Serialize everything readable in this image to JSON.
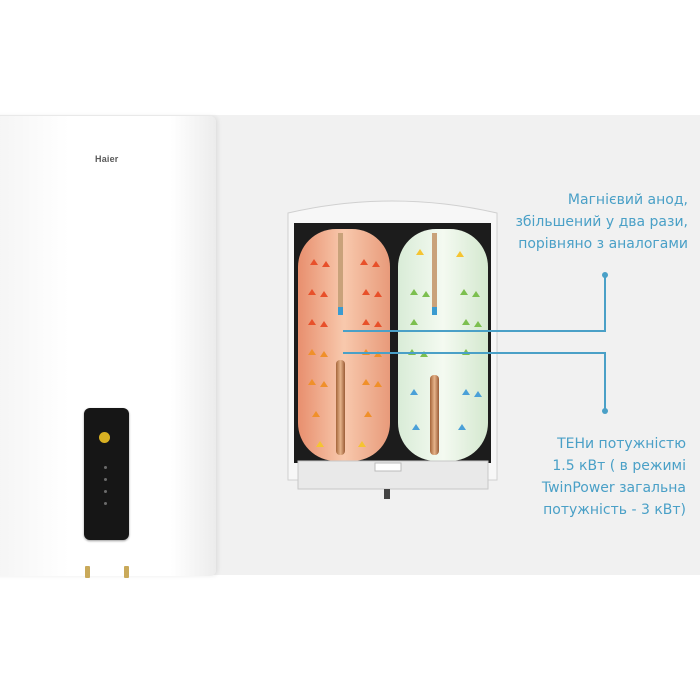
{
  "product": {
    "brand": "Haier"
  },
  "callouts": {
    "anode": {
      "lines": [
        "Магнієвий анод,",
        "збільшений у два рази,",
        "порівняно з аналогами"
      ]
    },
    "heaters": {
      "lines": [
        "ТЕНи потужністю",
        "1.5 кВт ( в режимі",
        "TwinPower загальна",
        "потужність - 3 кВт)"
      ]
    }
  },
  "colors": {
    "callout": "#4aa0c7",
    "background": "#f1f1f1",
    "hot_tank": "#f3a884",
    "cold_tank": "#cfe6c8",
    "display": "#161616"
  }
}
